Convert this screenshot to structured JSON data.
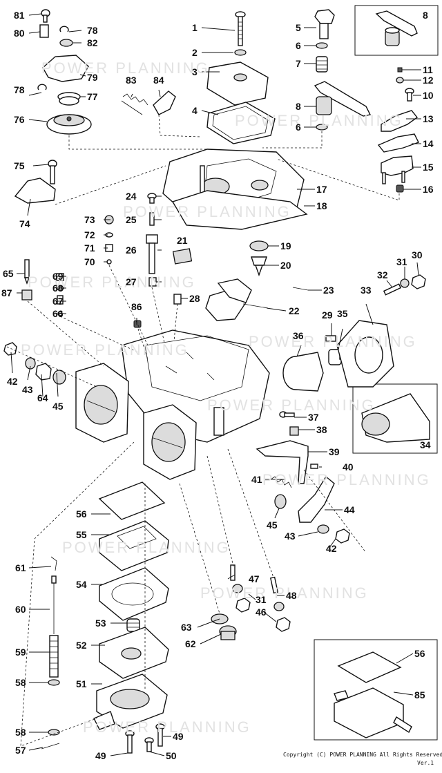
{
  "watermark": "POWER PLANNING",
  "copyright": "Copyright (C)  POWER PLANNING All Rights Reserved.",
  "version": "Ver.1",
  "labels": [
    "1",
    "2",
    "3",
    "4",
    "5",
    "6",
    "7",
    "8",
    "6",
    "8",
    "11",
    "12",
    "10",
    "13",
    "14",
    "15",
    "16",
    "17",
    "18",
    "19",
    "20",
    "21",
    "22",
    "23",
    "24",
    "25",
    "26",
    "27",
    "28",
    "29",
    "30",
    "31",
    "32",
    "33",
    "34",
    "35",
    "36",
    "37",
    "38",
    "39",
    "40",
    "41",
    "42",
    "43",
    "44",
    "45",
    "46",
    "47",
    "48",
    "49",
    "49",
    "50",
    "51",
    "52",
    "53",
    "54",
    "55",
    "56",
    "56",
    "57",
    "58",
    "58",
    "59",
    "60",
    "61",
    "62",
    "63",
    "64",
    "42",
    "43",
    "45",
    "65",
    "66",
    "67",
    "68",
    "69",
    "70",
    "71",
    "72",
    "73",
    "74",
    "75",
    "76",
    "77",
    "78",
    "78",
    "79",
    "80",
    "81",
    "82",
    "83",
    "84",
    "85",
    "86",
    "87",
    "31"
  ]
}
